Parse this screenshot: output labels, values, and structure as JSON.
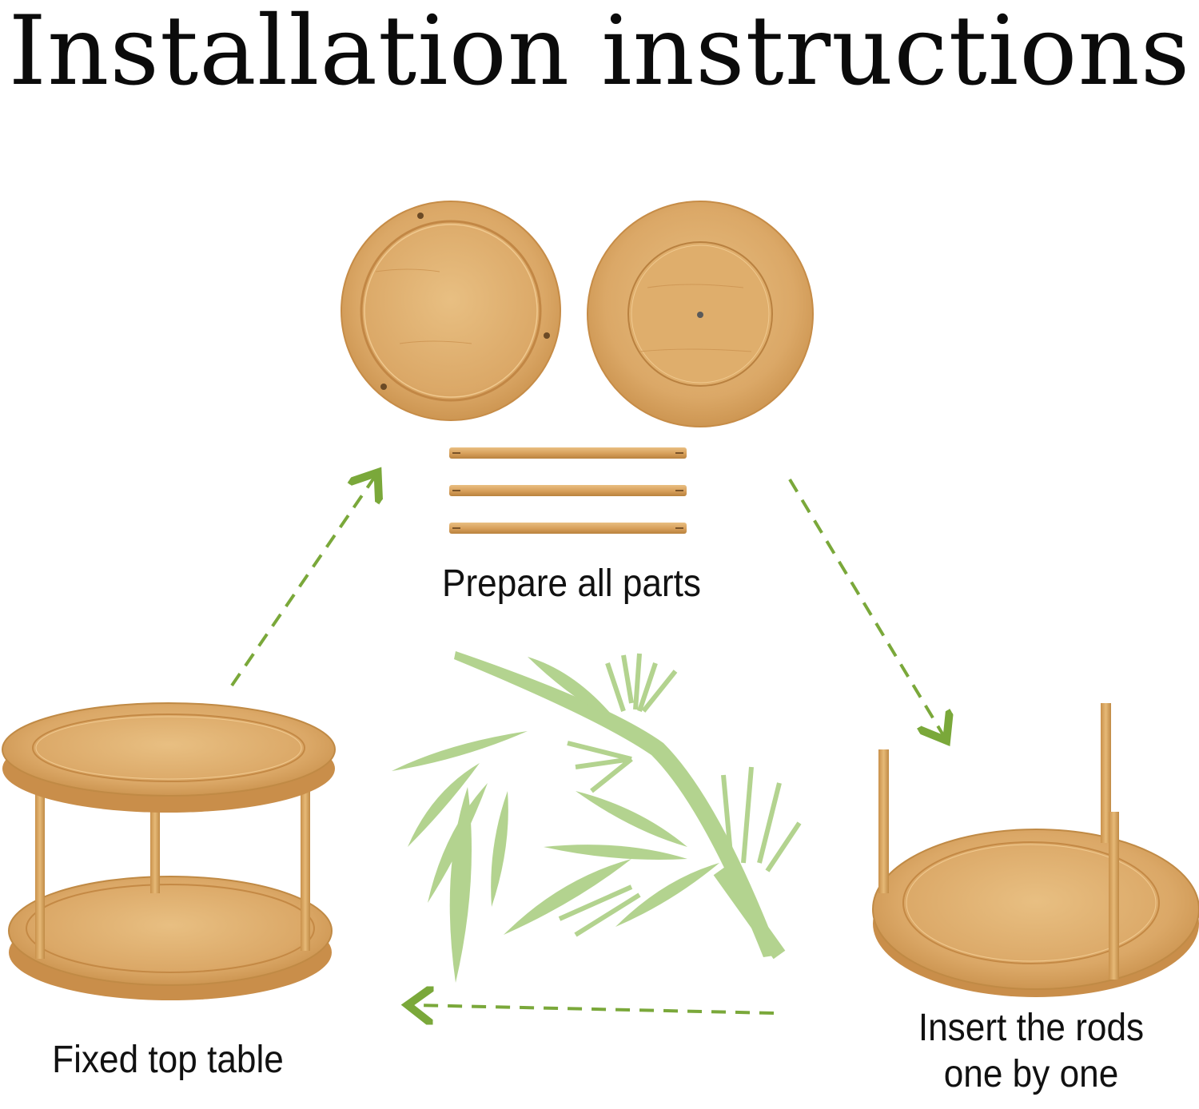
{
  "title": "Installation instructions",
  "steps": {
    "prepare": {
      "label": "Prepare all parts"
    },
    "insert": {
      "line1": "Insert the rods",
      "line2": "one by one"
    },
    "fixed": {
      "label": "Fixed top table"
    }
  },
  "colors": {
    "wood": "#d9a45f",
    "wood_dark": "#c08a45",
    "wood_light": "#e6b977",
    "arrow": "#7aa83a",
    "bamboo_leaf": "#b3d38f"
  }
}
